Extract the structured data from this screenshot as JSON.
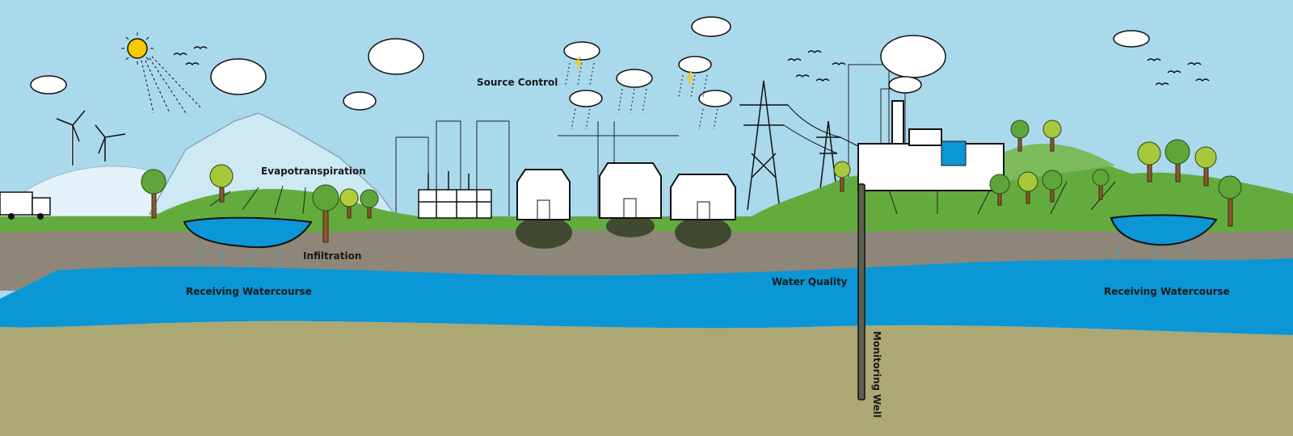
{
  "labels": {
    "source_control": "Source Control",
    "evapotranspiration": "Evapotranspiration",
    "infiltration": "Infiltration",
    "receiving_watercourse_left": "Receiving Watercourse",
    "water_quality": "Water Quality",
    "receiving_watercourse_right": "Receiving Watercourse",
    "monitoring_well": "Monitoring Well"
  },
  "colors": {
    "sky": "#aad9ec",
    "grass": "#64ab3e",
    "soil": "#8e8678",
    "water": "#0b96d6",
    "bedrock": "#aba874",
    "sun": "#f5c800"
  }
}
